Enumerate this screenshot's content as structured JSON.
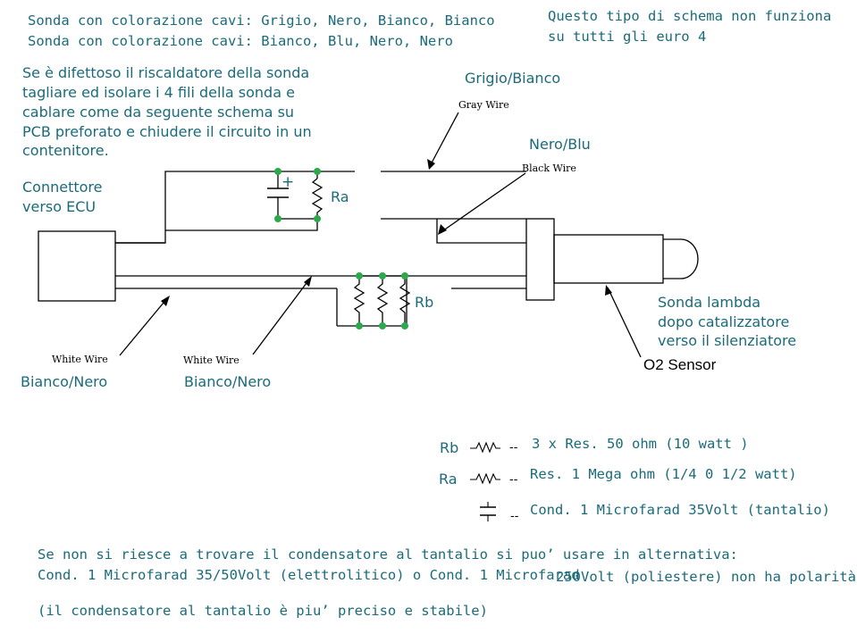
{
  "header": {
    "line1": "Sonda con colorazione cavi: Grigio, Nero, Bianco, Bianco",
    "line2": "Sonda con colorazione cavi: Bianco, Blu, Nero, Nero",
    "warning_line1": "Questo tipo di schema non funziona",
    "warning_line2": "su tutti gli euro 4"
  },
  "instructions": {
    "lines": [
      "Se è difettoso il riscaldatore della sonda",
      "tagliare ed  isolare i 4  fili della  sonda e",
      "cablare come  da  seguente  schema  su",
      "PCB preforato e chiudere il circuito in un",
      "contenitore."
    ]
  },
  "diagram": {
    "connector_label_1": "Connettore",
    "connector_label_2": "verso ECU",
    "ra_label": "Ra",
    "rb_label": "Rb",
    "cap_plus": "+",
    "gray_white_label": "Grigio/Bianco",
    "gray_wire": "Gray Wire",
    "black_blue_label": "Nero/Blu",
    "black_wire": "Black Wire",
    "white_wire_1": "White Wire",
    "white_wire_2": "White Wire",
    "white_black_1": "Bianco/Nero",
    "white_black_2": "Bianco/Nero",
    "sensor_label_1": "Sonda lambda",
    "sensor_label_2": "dopo catalizzatore",
    "sensor_label_3": "verso il silenziatore",
    "o2_sensor": "O2 Sensor"
  },
  "legend": {
    "rb_name": "Rb",
    "rb_sep": "--",
    "rb_desc": "3 x Res. 50 ohm (10 watt )",
    "ra_name": "Ra",
    "ra_sep": "--",
    "ra_desc": "Res. 1 Mega ohm (1/4 0 1/2 watt)",
    "cap_sep": "--",
    "cap_desc": "Cond. 1 Microfarad 35Volt (tantalio)"
  },
  "footer": {
    "line1": "Se non si riesce a trovare il condensatore al tantalio si puo’ usare in alternativa:",
    "line2a": "Cond. 1 Microfarad 35/50Volt (elettrolitico) o Cond. 1 Microfarad",
    "line2b": "250Volt (poliestere) non ha polarità",
    "line3": "(il condensatore al tantalio è piu’ preciso e stabile)"
  },
  "colors": {
    "text": "#1a6b7a",
    "node": "#2aaa4a",
    "wire": "#000000"
  }
}
